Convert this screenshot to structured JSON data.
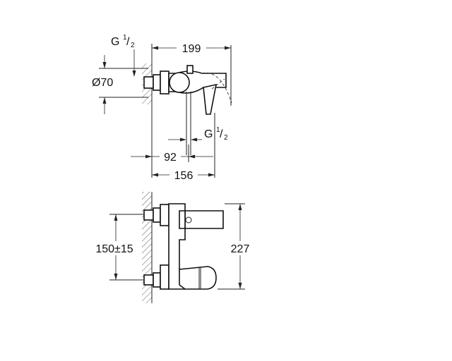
{
  "top_view": {
    "thread_top": {
      "g": "G",
      "num": "1",
      "den": "2"
    },
    "thread_bottom": {
      "g": "G",
      "num": "1",
      "den": "2"
    },
    "dim_width": "199",
    "dim_diameter": "Ø70",
    "dim_outlet": "92",
    "dim_depth": "156"
  },
  "front_view": {
    "dim_spacing": "150±15",
    "dim_height": "227"
  }
}
